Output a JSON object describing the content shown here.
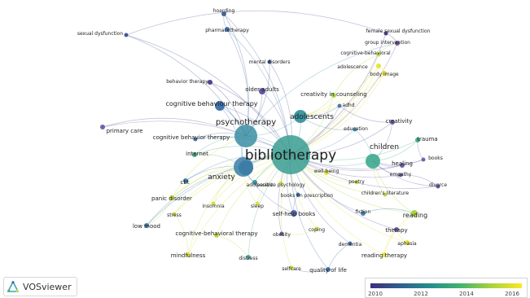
{
  "app": {
    "name": "VOSviewer"
  },
  "legend": {
    "colors": [
      "#3b2f7e",
      "#2f5f8f",
      "#22908c",
      "#46b36e",
      "#a9d23d",
      "#fde725"
    ],
    "ticks": [
      "2010",
      "2012",
      "2014",
      "2016"
    ]
  },
  "hub": "bibliotherapy",
  "nodes": [
    {
      "id": "bibliotherapy",
      "label": "bibliotherapy",
      "color": "#3a9d92"
    },
    {
      "id": "psychotherapy",
      "label": "psychotherapy",
      "color": "#3b8ea3"
    },
    {
      "id": "anxiety",
      "label": "anxiety",
      "color": "#3b7fa8"
    },
    {
      "id": "children",
      "label": "children",
      "color": "#33a48a"
    },
    {
      "id": "adolescents",
      "label": "adolescents",
      "color": "#3594a0"
    },
    {
      "id": "cbt",
      "label": "cognitive behaviour therapy",
      "color": "#3a6ea6"
    },
    {
      "id": "depression_hidden",
      "label": "",
      "color": "#2f5f9a"
    },
    {
      "id": "hoarding",
      "label": "hoarding",
      "color": "#3e5c9a"
    },
    {
      "id": "pharmacotherapy",
      "label": "pharmacotherapy",
      "color": "#3d6aa4"
    },
    {
      "id": "sexual_dysfunction",
      "label": "sexual dysfunction",
      "color": "#3c4f95"
    },
    {
      "id": "female_sexual_dysfunction",
      "label": "female sexual dysfunction",
      "color": "#48337e"
    },
    {
      "id": "group_intervention",
      "label": "group intervention",
      "color": "#6c4f9b"
    },
    {
      "id": "cognitive_behavioral",
      "label": "cognitive-behavioral",
      "color": "#b9d63a"
    },
    {
      "id": "mental_disorders",
      "label": "mental disorders",
      "color": "#3d5a9c"
    },
    {
      "id": "adolescence",
      "label": "adolescence",
      "color": "#e3e52c"
    },
    {
      "id": "body_image",
      "label": "body image",
      "color": "#e1e22a"
    },
    {
      "id": "behavior_therapy",
      "label": "behavior therapy",
      "color": "#4a3a86"
    },
    {
      "id": "older_adults",
      "label": "older adults",
      "color": "#5a4d9c"
    },
    {
      "id": "creativity_in_counseling",
      "label": "creativity in counseling",
      "color": "#a5d23f"
    },
    {
      "id": "adhd",
      "label": "adhd",
      "color": "#4570ab"
    },
    {
      "id": "creativity",
      "label": "creativity",
      "color": "#6a54a2"
    },
    {
      "id": "primary_care",
      "label": "primary care",
      "color": "#6a5aa6"
    },
    {
      "id": "cognitive_behavior_therapy",
      "label": "cognitive behavior therapy",
      "color": "#3b66a3"
    },
    {
      "id": "education",
      "label": "education",
      "color": "#3d86a8"
    },
    {
      "id": "trauma",
      "label": "trauma",
      "color": "#3db07e"
    },
    {
      "id": "internet",
      "label": "internet",
      "color": "#42a582"
    },
    {
      "id": "books",
      "label": "books",
      "color": "#6e5ca8"
    },
    {
      "id": "healing",
      "label": "healing",
      "color": "#5a5aa5"
    },
    {
      "id": "well_being",
      "label": "well-being",
      "color": "#d7e038"
    },
    {
      "id": "empathy",
      "label": "empathy",
      "color": "#6a58a5"
    },
    {
      "id": "positive_psychology",
      "label": "positive psychology",
      "color": "#c6db3b"
    },
    {
      "id": "poetry",
      "label": "poetry",
      "color": "#d5e03a"
    },
    {
      "id": "cbt_small",
      "label": "cbt",
      "color": "#3a7ca9"
    },
    {
      "id": "adolescent",
      "label": "adolescent",
      "color": "#2f8f9a"
    },
    {
      "id": "divorce",
      "label": "divorce",
      "color": "#5a4ea1"
    },
    {
      "id": "books_on_prescription",
      "label": "books on prescription",
      "color": "#3a6aa6"
    },
    {
      "id": "childrens_literature",
      "label": "children's literature",
      "color": "#b3d43c"
    },
    {
      "id": "panic_disorder",
      "label": "panic disorder",
      "color": "#c9dc39"
    },
    {
      "id": "insomnia",
      "label": "insomnia",
      "color": "#cfdd38"
    },
    {
      "id": "sleep",
      "label": "sleep",
      "color": "#d8e037"
    },
    {
      "id": "self_help_books",
      "label": "self-help books",
      "color": "#4e63a5"
    },
    {
      "id": "fiction",
      "label": "fiction",
      "color": "#3e7ca8"
    },
    {
      "id": "reading",
      "label": "reading",
      "color": "#a8d13e"
    },
    {
      "id": "stress",
      "label": "stress",
      "color": "#cfdc38"
    },
    {
      "id": "low_mood",
      "label": "low mood",
      "color": "#3b7aa8"
    },
    {
      "id": "obesity",
      "label": "obesity",
      "color": "#5a5aa3"
    },
    {
      "id": "coping",
      "label": "coping",
      "color": "#d4df38"
    },
    {
      "id": "therapy",
      "label": "therapy",
      "color": "#5b53a2"
    },
    {
      "id": "cognitive_behavioral_therapy",
      "label": "cognitive-behavioral therapy",
      "color": "#c0d93c"
    },
    {
      "id": "dementia",
      "label": "dementia",
      "color": "#3d70a9"
    },
    {
      "id": "aphasia",
      "label": "aphasia",
      "color": "#dfe12f"
    },
    {
      "id": "mindfulness",
      "label": "mindfulness",
      "color": "#d8de2f"
    },
    {
      "id": "distress",
      "label": "distress",
      "color": "#4ea6a0"
    },
    {
      "id": "selfcare",
      "label": "selfcare",
      "color": "#c8db37"
    },
    {
      "id": "quality_of_life",
      "label": "quality of life",
      "color": "#3d6ea8"
    },
    {
      "id": "reading_therapy",
      "label": "reading therapy",
      "color": "#e3e22b"
    }
  ],
  "extra_edges": [
    [
      "psychotherapy",
      "cbt"
    ],
    [
      "psychotherapy",
      "anxiety"
    ],
    [
      "psychotherapy",
      "adolescents"
    ],
    [
      "psychotherapy",
      "hoarding"
    ],
    [
      "psychotherapy",
      "pharmacotherapy"
    ],
    [
      "psychotherapy",
      "sexual_dysfunction"
    ],
    [
      "psychotherapy",
      "behavior_therapy"
    ],
    [
      "psychotherapy",
      "internet"
    ],
    [
      "psychotherapy",
      "primary_care"
    ],
    [
      "psychotherapy",
      "mental_disorders"
    ],
    [
      "psychotherapy",
      "older_adults"
    ],
    [
      "psychotherapy",
      "cognitive_behavior_therapy"
    ],
    [
      "psychotherapy",
      "panic_disorder"
    ],
    [
      "anxiety",
      "cbt_small"
    ],
    [
      "anxiety",
      "panic_disorder"
    ],
    [
      "anxiety",
      "low_mood"
    ],
    [
      "anxiety",
      "stress"
    ],
    [
      "anxiety",
      "insomnia"
    ],
    [
      "anxiety",
      "mindfulness"
    ],
    [
      "anxiety",
      "internet"
    ],
    [
      "anxiety",
      "cbt"
    ],
    [
      "anxiety",
      "self_help_books"
    ],
    [
      "anxiety",
      "adolescent"
    ],
    [
      "anxiety",
      "sleep"
    ],
    [
      "children",
      "trauma"
    ],
    [
      "children",
      "healing"
    ],
    [
      "children",
      "creativity"
    ],
    [
      "children",
      "empathy"
    ],
    [
      "children",
      "divorce"
    ],
    [
      "children",
      "books"
    ],
    [
      "children",
      "childrens_literature"
    ],
    [
      "children",
      "reading"
    ],
    [
      "children",
      "education"
    ],
    [
      "adolescents",
      "adhd"
    ],
    [
      "adolescents",
      "adolescence"
    ],
    [
      "adolescents",
      "education"
    ],
    [
      "adolescents",
      "creativity_in_counseling"
    ],
    [
      "adolescents",
      "body_image"
    ],
    [
      "group_intervention",
      "female_sexual_dysfunction"
    ],
    [
      "group_intervention",
      "psychotherapy"
    ],
    [
      "group_intervention",
      "cognitive_behavioral"
    ],
    [
      "female_sexual_dysfunction",
      "sexual_dysfunction"
    ],
    [
      "reading",
      "reading_therapy"
    ],
    [
      "reading",
      "fiction"
    ],
    [
      "therapy",
      "aphasia"
    ],
    [
      "therapy",
      "reading_therapy"
    ],
    [
      "dementia",
      "quality_of_life"
    ],
    [
      "selfcare",
      "quality_of_life"
    ],
    [
      "distress",
      "cognitive_behavioral_therapy"
    ],
    [
      "mindfulness",
      "stress"
    ],
    [
      "low_mood",
      "panic_disorder"
    ],
    [
      "trauma",
      "books"
    ],
    [
      "divorce",
      "empathy"
    ],
    [
      "hoarding",
      "pharmacotherapy"
    ],
    [
      "books_on_prescription",
      "self_help_books"
    ],
    [
      "obesity",
      "coping"
    ],
    [
      "cognitive_behavioral",
      "creativity_in_counseling"
    ],
    [
      "body_image",
      "adolescence"
    ],
    [
      "adhd",
      "creativity"
    ]
  ]
}
